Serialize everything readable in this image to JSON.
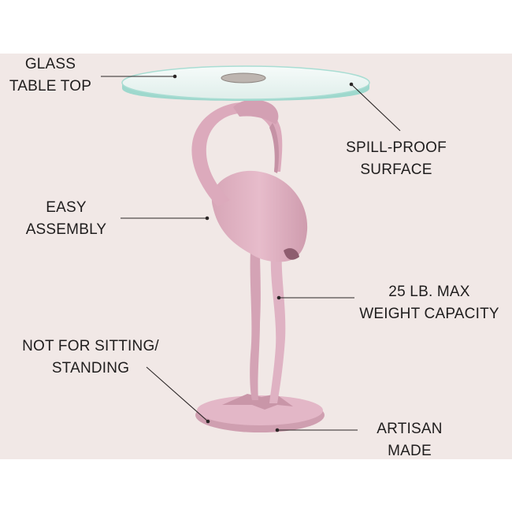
{
  "labels": {
    "glass_top": [
      "GLASS",
      "TABLE TOP"
    ],
    "spill_proof": [
      "SPILL-PROOF",
      "SURFACE"
    ],
    "easy_assembly": [
      "EASY",
      "ASSEMBLY"
    ],
    "max_weight": [
      "25 LB. MAX",
      "WEIGHT CAPACITY"
    ],
    "not_for_sitting": [
      "NOT FOR SITTING/",
      "STANDING"
    ],
    "artisan": [
      "ARTISAN",
      "MADE"
    ]
  },
  "colors": {
    "background": "#f1e8e6",
    "flamingo_pink": "#ddb1c0",
    "flamingo_shadow": "#c18fa1",
    "glass_edge": "#8fd0c5",
    "label_text": "#1f1d1d"
  }
}
